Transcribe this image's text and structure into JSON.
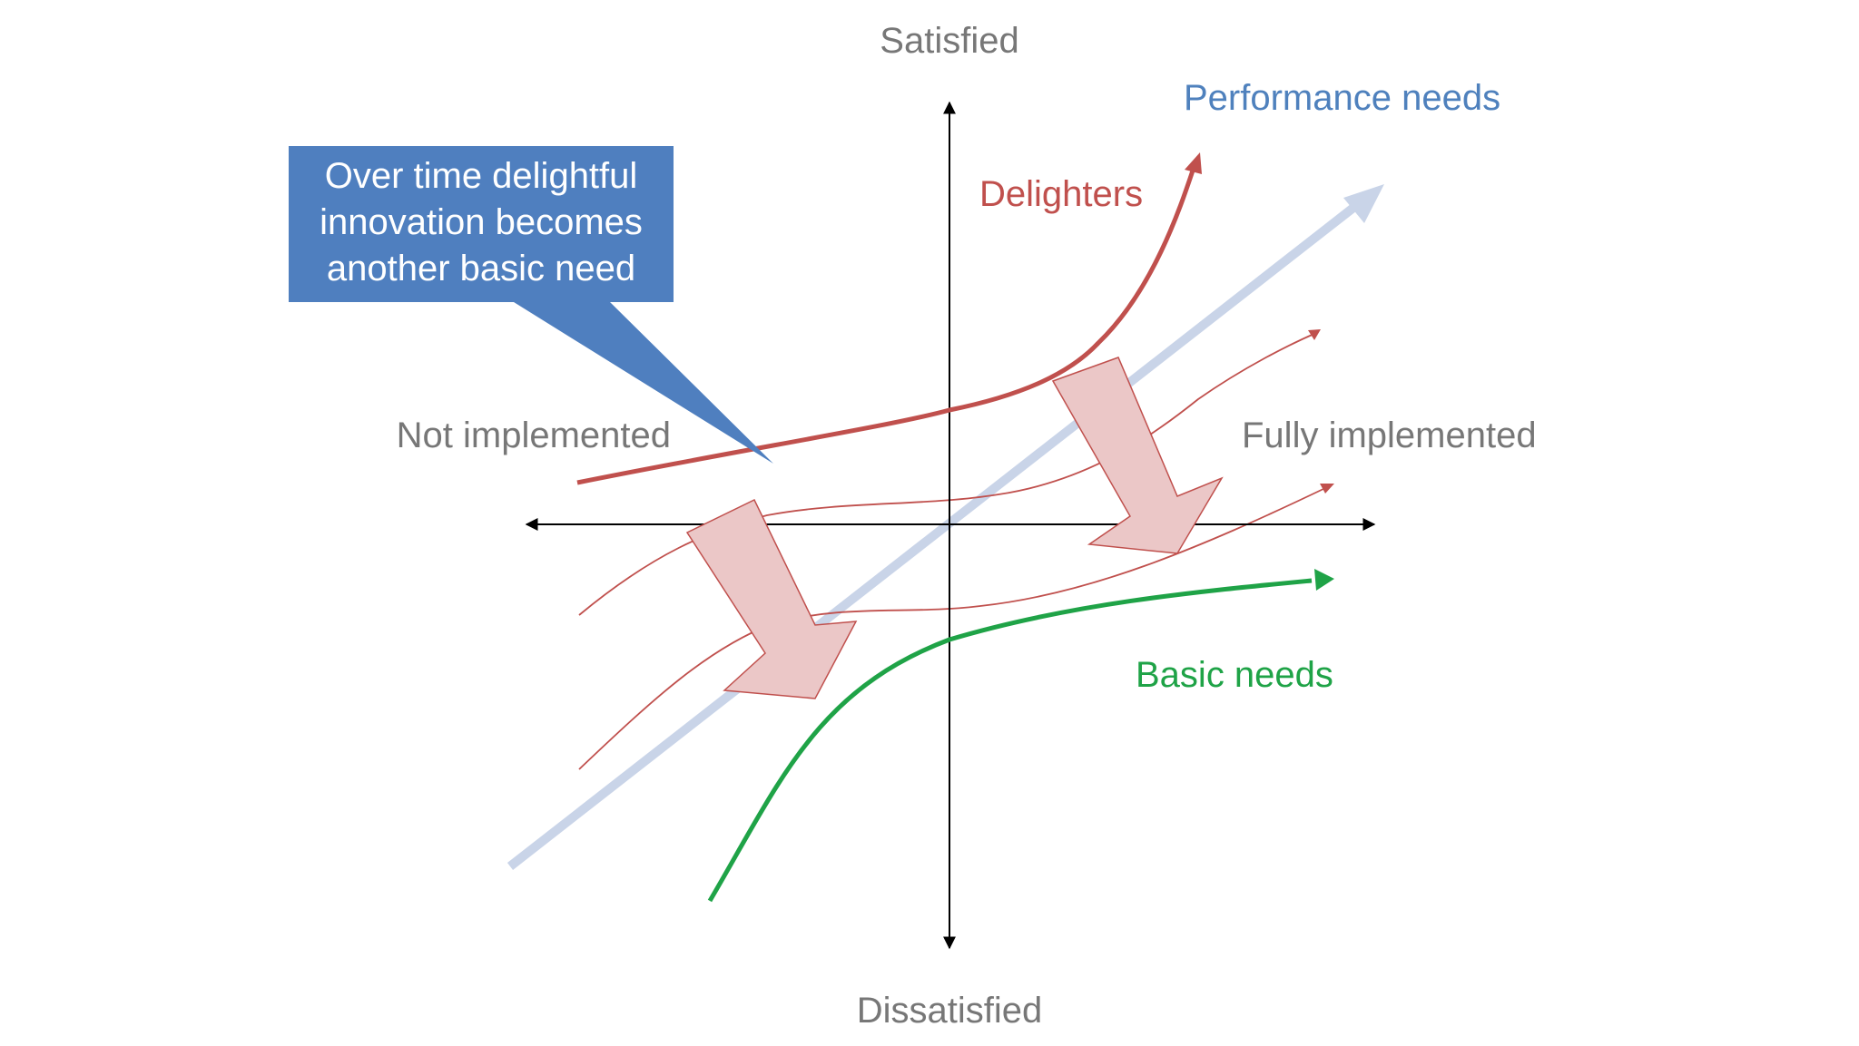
{
  "axes": {
    "top_label": "Satisfied",
    "bottom_label": "Dissatisfied",
    "left_label": "Not implemented",
    "right_label": "Fully implemented"
  },
  "curves": {
    "performance": {
      "label": "Performance needs",
      "color": "#c9d4e8"
    },
    "delighters": {
      "label": "Delighters",
      "color": "#c0504d"
    },
    "basic": {
      "label": "Basic needs",
      "color": "#1fa347"
    },
    "transition_color": "#c0504d"
  },
  "label_colors": {
    "performance": "#4f81bd",
    "delighters": "#c0504d",
    "basic": "#1fa347"
  },
  "callout": {
    "lines": [
      "Over time delightful",
      "innovation becomes",
      "another basic need"
    ],
    "fill": "#4f7fbf",
    "text_color": "#ffffff"
  },
  "shift_arrows": {
    "fill": "#ebc7c7",
    "stroke": "#c0504d"
  },
  "axis_color": "#000000"
}
